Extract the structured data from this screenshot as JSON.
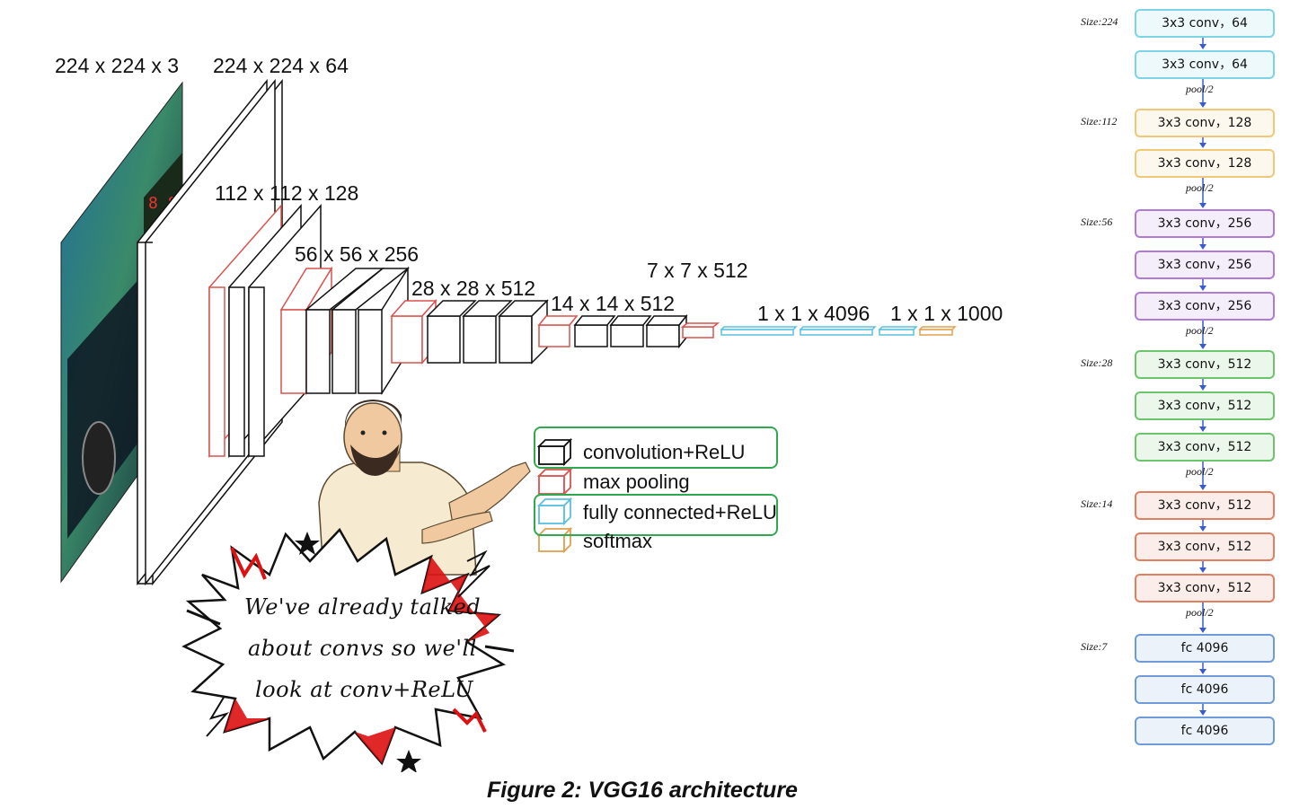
{
  "caption": "Figure 2: VGG16 architecture",
  "dimension_labels": [
    "224 x 224 x 3",
    "224 x 224 x 64",
    "112 x 112 x 128",
    "56 x 56 x 256",
    "28 x 28 x 512",
    "7 x 7 x 512",
    "14 x 14 x 512",
    "1 x 1 x 4096",
    "1 x 1 x 1000"
  ],
  "legend": [
    {
      "label": "convolution+ReLU",
      "color": "#111111"
    },
    {
      "label": "max pooling",
      "color": "#d9534f"
    },
    {
      "label": "fully connected+ReLU",
      "color": "#5bc0de"
    },
    {
      "label": "softmax",
      "color": "#e0a050"
    }
  ],
  "speech_bubble": {
    "lines": [
      "We've already talked",
      "about convs so we'll",
      "look at conv+ReLU"
    ]
  },
  "flowchart": {
    "boxes": [
      {
        "label": "3x3 conv，64",
        "color": "#7fd3e6"
      },
      {
        "label": "3x3 conv，64",
        "color": "#7fd3e6"
      },
      {
        "label": "3x3 conv，128",
        "color": "#f0c878"
      },
      {
        "label": "3x3 conv，128",
        "color": "#f0c878"
      },
      {
        "label": "3x3 conv，256",
        "color": "#b07ad6"
      },
      {
        "label": "3x3 conv，256",
        "color": "#b07ad6"
      },
      {
        "label": "3x3 conv，256",
        "color": "#b07ad6"
      },
      {
        "label": "3x3 conv，512",
        "color": "#6cc46c"
      },
      {
        "label": "3x3 conv，512",
        "color": "#6cc46c"
      },
      {
        "label": "3x3 conv，512",
        "color": "#6cc46c"
      },
      {
        "label": "3x3 conv，512",
        "color": "#e08060"
      },
      {
        "label": "3x3 conv，512",
        "color": "#e08060"
      },
      {
        "label": "3x3 conv，512",
        "color": "#e08060"
      },
      {
        "label": "fc 4096",
        "color": "#6f9bd8"
      },
      {
        "label": "fc 4096",
        "color": "#6f9bd8"
      },
      {
        "label": "fc 4096",
        "color": "#6f9bd8"
      }
    ],
    "size_labels": [
      "Size:224",
      "Size:112",
      "Size:56",
      "Size:28",
      "Size:14",
      "Size:7"
    ],
    "pool_label": "pool/2"
  }
}
